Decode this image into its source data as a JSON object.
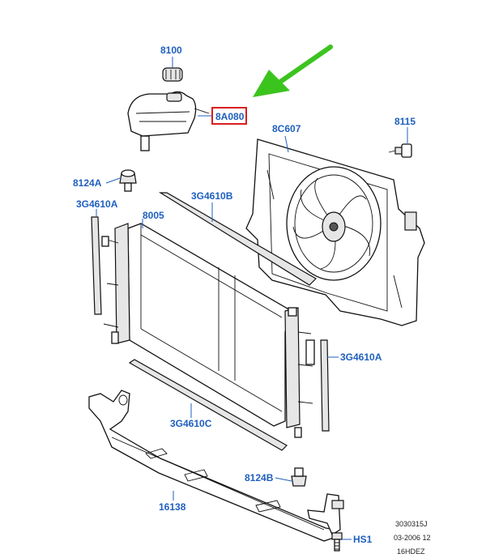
{
  "callouts": {
    "c8100": "8100",
    "c8A080": "8A080",
    "c8C607": "8C607",
    "c8115": "8115",
    "c8124A": "8124A",
    "c3G4610A_left": "3G4610A",
    "c3G4610B": "3G4610B",
    "c8005": "8005",
    "c3G4610A_right": "3G4610A",
    "c3G4610C": "3G4610C",
    "c8124B": "8124B",
    "c16138": "16138",
    "cHS1": "HS1"
  },
  "footer": {
    "line1": "3030315J",
    "line2": "03-2006 12",
    "line3": "16HDEZ"
  },
  "colors": {
    "callout": "#1f5fbf",
    "highlight_box": "#d81e1e",
    "arrow": "#3cc41e"
  }
}
